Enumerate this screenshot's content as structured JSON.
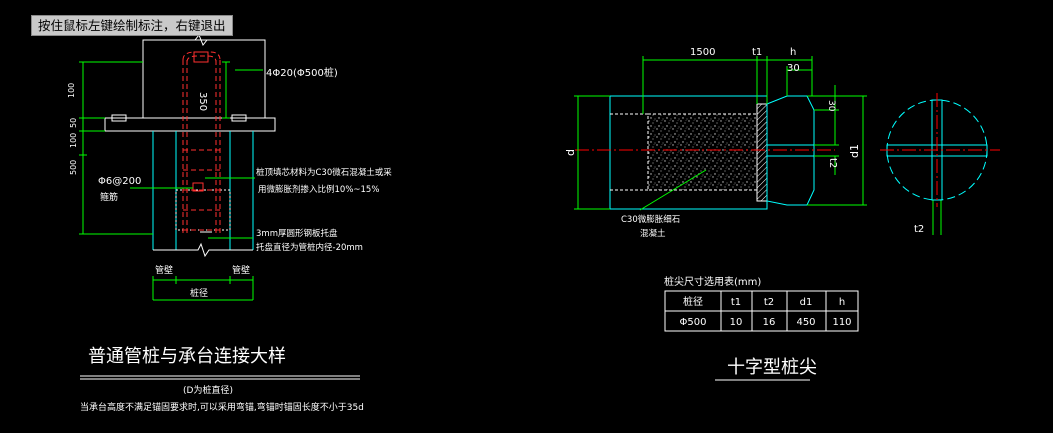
{
  "status_tip": "按住鼠标左键绘制标注，右键退出",
  "left_detail": {
    "title": "普通管桩与承台连接大样",
    "subtitle": "(D为桩直径)",
    "note": "当承台高度不满足锚固要求时,可以采用弯锚,弯锚时锚固长度不小于35d",
    "rebar_label": "4Φ20(Φ500桩)",
    "dim_350": "350",
    "dim_100": "100",
    "dim_50": "50",
    "dim_100b": "100",
    "dim_500": "500",
    "stirrup_label": "Φ6@200",
    "stirrup_sub": "箍筋",
    "fill_note_1": "桩顶填芯材料为C30微石混凝土或采",
    "fill_note_2": "用微膨胀剂掺入比例10%~15%",
    "plate_note_1": "3mm厚圆形钢板托盘",
    "plate_note_2": "托盘直径为管桩内径-20mm",
    "bottom_left": "管壁",
    "bottom_right": "管壁",
    "bottom_dim": "桩径"
  },
  "right_detail": {
    "title": "十字型桩尖",
    "dim_1500": "1500",
    "dim_t1": "t1",
    "dim_h": "h",
    "dim_30a": "30",
    "dim_30b": "30",
    "dim_d": "d",
    "dim_d1": "d1",
    "dim_t2": "t2",
    "dim_t2b": "t2",
    "concrete_1": "C30微膨胀细石",
    "concrete_2": "混凝土"
  },
  "size_table": {
    "title": "桩尖尺寸选用表(mm)",
    "headers": [
      "桩径",
      "t1",
      "t2",
      "d1",
      "h"
    ],
    "rows": [
      [
        "Φ500",
        "10",
        "16",
        "450",
        "110"
      ]
    ]
  },
  "colors": {
    "background": "#000000",
    "outline": "#00ffff",
    "dimension": "#00ff00",
    "text": "#ffffff",
    "rebar": "#ff3030",
    "center_line": "#ff0000",
    "tip_bg": "#c9c9c9"
  }
}
